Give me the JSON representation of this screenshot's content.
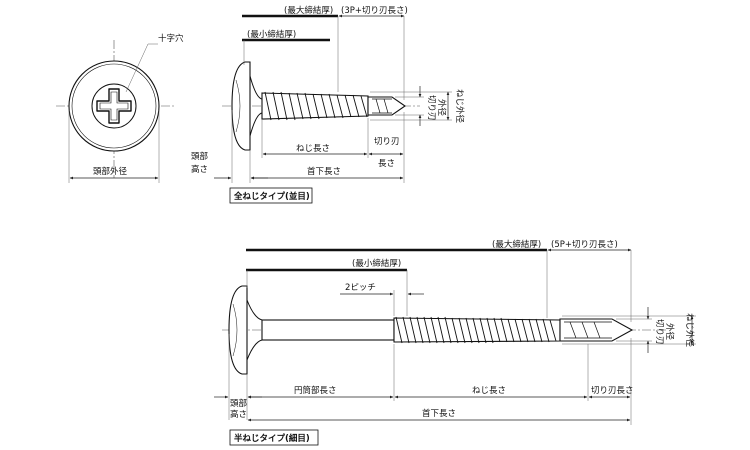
{
  "colors": {
    "ink": "#111111",
    "paper": "#ffffff",
    "leader": "#666666"
  },
  "top": {
    "max_grip": "(最大締結厚)",
    "min_grip": "(最小締結厚)",
    "pitch_plus_drill": "(3P+切り刃長さ)",
    "cross_recess": "十字穴",
    "head_diameter": "頭部外径",
    "head_height": [
      "頭部",
      "高さ"
    ],
    "thread_length": "ねじ長さ",
    "drill_length": [
      "切り刃",
      "長さ"
    ],
    "under_head_length": "首下長さ",
    "drill_diameter": [
      "切り刃",
      "外径"
    ],
    "thread_diameter": "ねじ外径",
    "caption": "全ねじタイプ(並目)"
  },
  "bottom": {
    "max_grip": "(最大締結厚)",
    "min_grip": "(最小締結厚)",
    "pitch_plus_drill": "(5P+切り刃長さ)",
    "two_pitch": "2ピッチ",
    "shank_length": "円筒部長さ",
    "thread_length": "ねじ長さ",
    "drill_length": "切り刃長さ",
    "head_height": [
      "頭部",
      "高さ"
    ],
    "under_head_length": "首下長さ",
    "drill_diameter": [
      "切り刃",
      "外径"
    ],
    "thread_diameter": "ねじ外径",
    "caption": "半ねじタイプ(細目)"
  }
}
